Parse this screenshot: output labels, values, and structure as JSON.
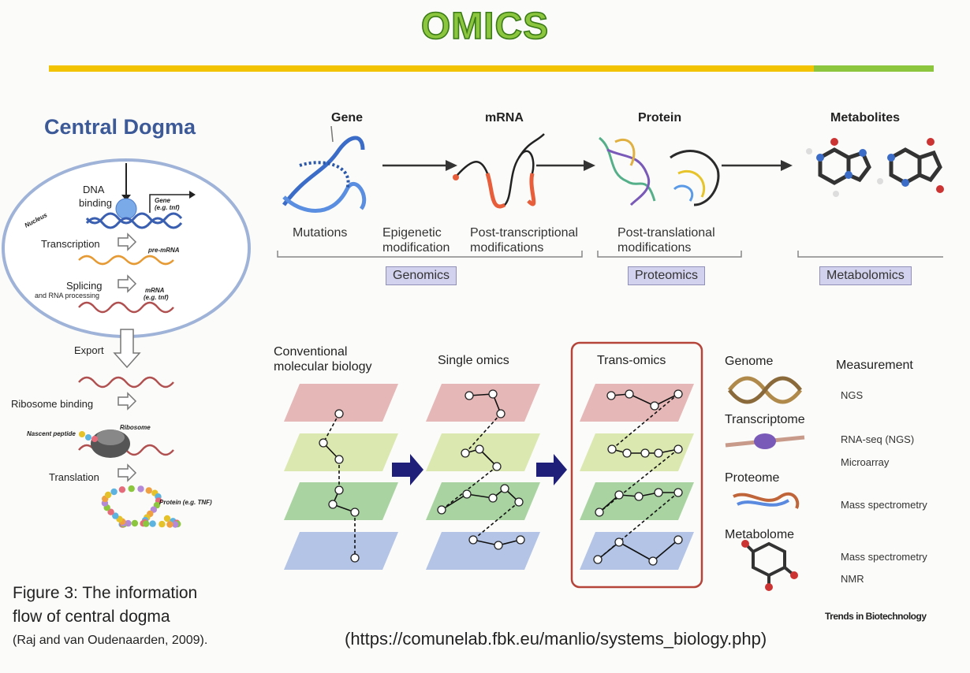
{
  "title": "OMICS",
  "central_dogma": {
    "heading": "Central Dogma",
    "labels": {
      "nucleus": "Nucleus",
      "dna": "DNA",
      "binding": "binding",
      "gene": "Gene",
      "gene_eg": "(e.g. tnf)",
      "transcription": "Transcription",
      "pre_mrna": "pre-mRNA",
      "splicing": "Splicing",
      "rna_processing": "and RNA processing",
      "mrna": "mRNA",
      "mrna_eg": "(e.g. tnf)",
      "export": "Export",
      "ribosome_binding": "Ribosome binding",
      "nascent": "Nascent peptide",
      "ribosome": "Ribosome",
      "translation": "Translation",
      "protein": "Protein (e.g. TNF)"
    },
    "caption_line1": "Figure 3: The information",
    "caption_line2": "flow of central dogma",
    "citation": "(Raj and van Oudenaarden, 2009)."
  },
  "flow": {
    "gene": "Gene",
    "mrna": "mRNA",
    "protein": "Protein",
    "metabolites": "Metabolites",
    "mutations": "Mutations",
    "epigenetic_1": "Epigenetic",
    "epigenetic_2": "modification",
    "post_transcriptional_1": "Post-transcriptional",
    "post_transcriptional_2": "modifications",
    "post_translational_1": "Post-translational",
    "post_translational_2": "modifications",
    "genomics": "Genomics",
    "proteomics": "Proteomics",
    "metabolomics": "Metabolomics"
  },
  "panels": {
    "conventional_1": "Conventional",
    "conventional_2": "molecular biology",
    "single": "Single omics",
    "trans": "Trans-omics"
  },
  "omes": {
    "genome": "Genome",
    "transcriptome": "Transcriptome",
    "proteome": "Proteome",
    "metabolome": "Metabolome",
    "measurement": "Measurement",
    "ngs": "NGS",
    "rnaseq": "RNA-seq (NGS)",
    "microarray": "Microarray",
    "mass_spec_1": "Mass spectrometry",
    "mass_spec_2": "Mass spectrometry",
    "nmr": "NMR"
  },
  "journal": "Trends in Biotechnology",
  "url": "(https://comunelab.fbk.eu/manlio/systems_biology.php)",
  "colors": {
    "title": "#8cc63e",
    "rule_yellow": "#f2c300",
    "rule_green": "#8cc63e",
    "heading": "#3d5a98",
    "box": "#d2d2ee",
    "arrow": "#1f1f7a",
    "trans_border": "#b5443a"
  }
}
